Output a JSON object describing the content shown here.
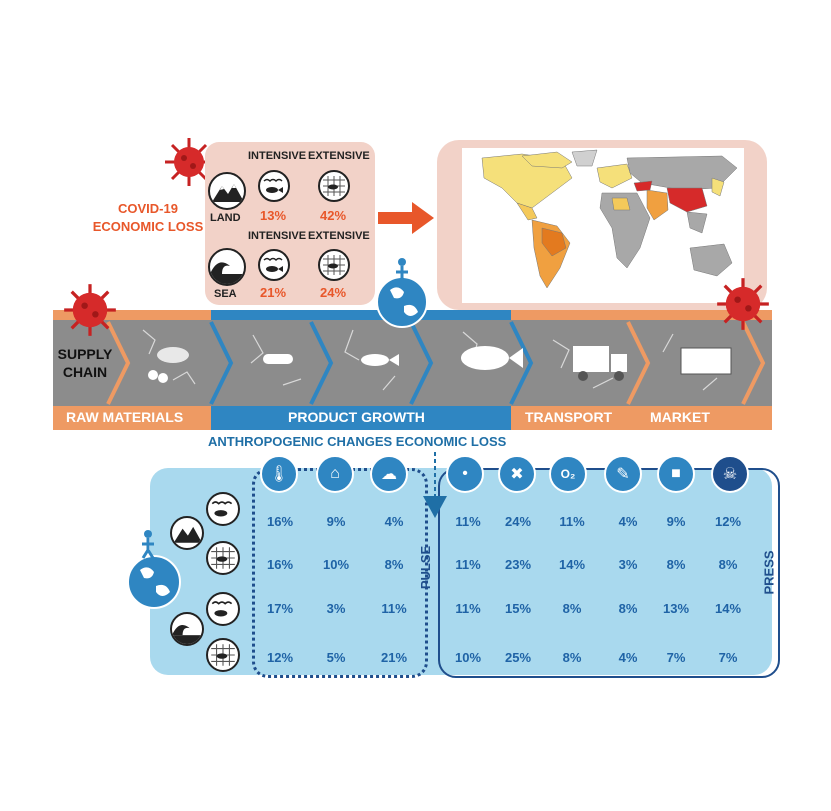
{
  "covid": {
    "title_line1": "COVID-19",
    "title_line2": "ECONOMIC LOSS",
    "land_label": "LAND",
    "sea_label": "SEA",
    "intensive_label": "INTENSIVE",
    "extensive_label": "EXTENSIVE",
    "land_intensive": "13%",
    "land_extensive": "42%",
    "sea_intensive": "21%",
    "sea_extensive": "24%"
  },
  "supply_chain": {
    "label_line1": "SUPPLY",
    "label_line2": "CHAIN",
    "stages": [
      "RAW MATERIALS",
      "PRODUCT GROWTH",
      "TRANSPORT",
      "MARKET"
    ]
  },
  "anthro": {
    "title": "ANTHROPOGENIC CHANGES ECONOMIC LOSS",
    "pulse_label": "PULSE",
    "press_label": "PRESS",
    "icons": [
      "thermometer-icon",
      "flood-house-icon",
      "storm-cloud-icon",
      "microplastic-icon",
      "bandage-icon",
      "oxygen-drop-icon",
      "chemical-spray-icon",
      "factory-icon",
      "toxic-algae-icon"
    ],
    "rows": [
      [
        "16%",
        "9%",
        "4%",
        "11%",
        "24%",
        "11%",
        "4%",
        "9%",
        "12%"
      ],
      [
        "16%",
        "10%",
        "8%",
        "11%",
        "23%",
        "14%",
        "3%",
        "8%",
        "8%"
      ],
      [
        "17%",
        "3%",
        "11%",
        "11%",
        "15%",
        "8%",
        "8%",
        "13%",
        "14%"
      ],
      [
        "12%",
        "5%",
        "21%",
        "10%",
        "25%",
        "8%",
        "4%",
        "7%",
        "7%"
      ]
    ]
  },
  "colors": {
    "orange": "#ee9a63",
    "covid_red": "#e8572a",
    "blue": "#2f86c2",
    "light_blue": "#a9d9ee",
    "dark_blue": "#1f4e8c",
    "band_gray": "#8c8c8c"
  }
}
